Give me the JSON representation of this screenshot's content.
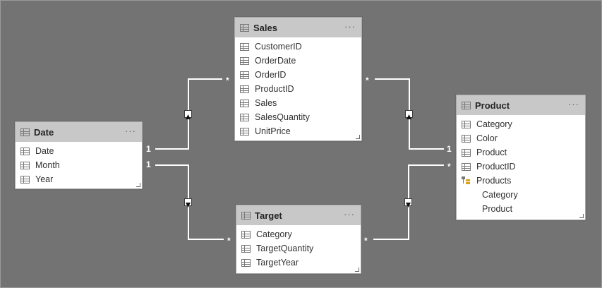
{
  "tables": {
    "sales": {
      "title": "Sales",
      "more": "···",
      "fields": [
        "CustomerID",
        "OrderDate",
        "OrderID",
        "ProductID",
        "Sales",
        "SalesQuantity",
        "UnitPrice"
      ]
    },
    "date": {
      "title": "Date",
      "more": "···",
      "fields": [
        "Date",
        "Month",
        "Year"
      ]
    },
    "product": {
      "title": "Product",
      "more": "···",
      "fields": [
        "Category",
        "Color",
        "Product",
        "ProductID"
      ],
      "hierarchy": {
        "name": "Products",
        "levels": [
          "Category",
          "Product"
        ]
      }
    },
    "target": {
      "title": "Target",
      "more": "···",
      "fields": [
        "Category",
        "TargetQuantity",
        "TargetYear"
      ]
    }
  },
  "relationships": {
    "date_sales": {
      "one": "1",
      "many": "*"
    },
    "product_sales": {
      "one": "1",
      "many": "*"
    },
    "date_target": {
      "one": "1",
      "many": "*"
    },
    "product_target": {
      "one": "*",
      "many": "*"
    }
  },
  "colors": {
    "canvas": "#737373",
    "header": "#c8c8c8",
    "line": "#ffffff",
    "hierarchy_accent": "#d9a31a"
  },
  "icons": {
    "table": "table-grid-icon",
    "field": "column-grid-icon",
    "hierarchy": "hierarchy-icon",
    "direction_up": "triangle-up-icon",
    "direction_down": "triangle-down-icon"
  }
}
